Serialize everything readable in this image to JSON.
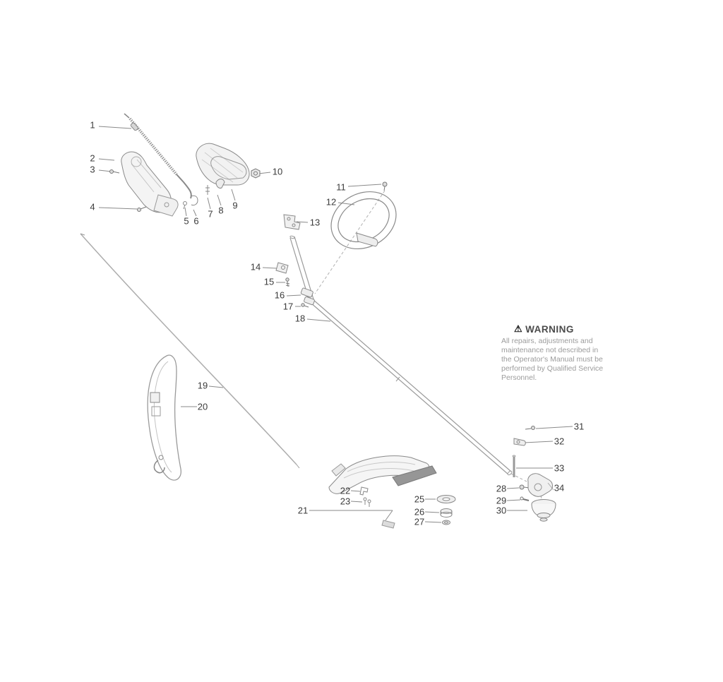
{
  "diagram": {
    "kind": "exploded-parts-diagram"
  },
  "warning": {
    "icon": "⚠",
    "title": "WARNING",
    "body": "All repairs, adjustments and\nmaintenance not described in\nthe Operator's Manual must be\nperformed by Qualified Service\nPersonnel."
  },
  "callouts": {
    "c1": "1",
    "c2": "2",
    "c3": "3",
    "c4": "4",
    "c5": "5",
    "c6": "6",
    "c7": "7",
    "c8": "8",
    "c9": "9",
    "c10": "10",
    "c11": "11",
    "c12": "12",
    "c13": "13",
    "c14": "14",
    "c15": "15",
    "c16": "16",
    "c17": "17",
    "c18": "18",
    "c19": "19",
    "c20": "20",
    "c21": "21",
    "c22": "22",
    "c23": "23",
    "c25": "25",
    "c26": "26",
    "c27": "27",
    "c28": "28",
    "c29": "29",
    "c30": "30",
    "c31": "31",
    "c32": "32",
    "c33": "33",
    "c34": "34"
  }
}
